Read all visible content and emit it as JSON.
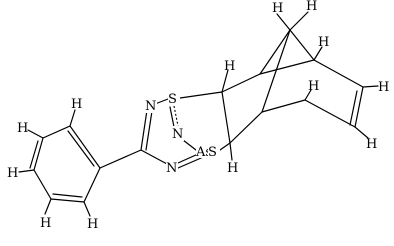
{
  "molecule": {
    "atom_labels": {
      "s_top": "S",
      "n_top": "N",
      "n_mid": "N",
      "as_center": "As",
      "s_bottom": "S",
      "n_bottom": "N"
    },
    "hydrogens": {
      "h_bridge_a": "H",
      "h_bridge_b": "H",
      "h_bridgehead_top": "H",
      "h_alkene_top": "H",
      "h_alkene_bottom": "H",
      "h_bridgehead_bottom": "H",
      "h_ch_top": "H",
      "h_ch_bottom": "H",
      "h_ph_1": "H",
      "h_ph_2": "H",
      "h_ph_3": "H",
      "h_ph_4": "H",
      "h_ph_5": "H"
    }
  },
  "colors": {
    "line": "#000000",
    "background": "#ffffff"
  }
}
